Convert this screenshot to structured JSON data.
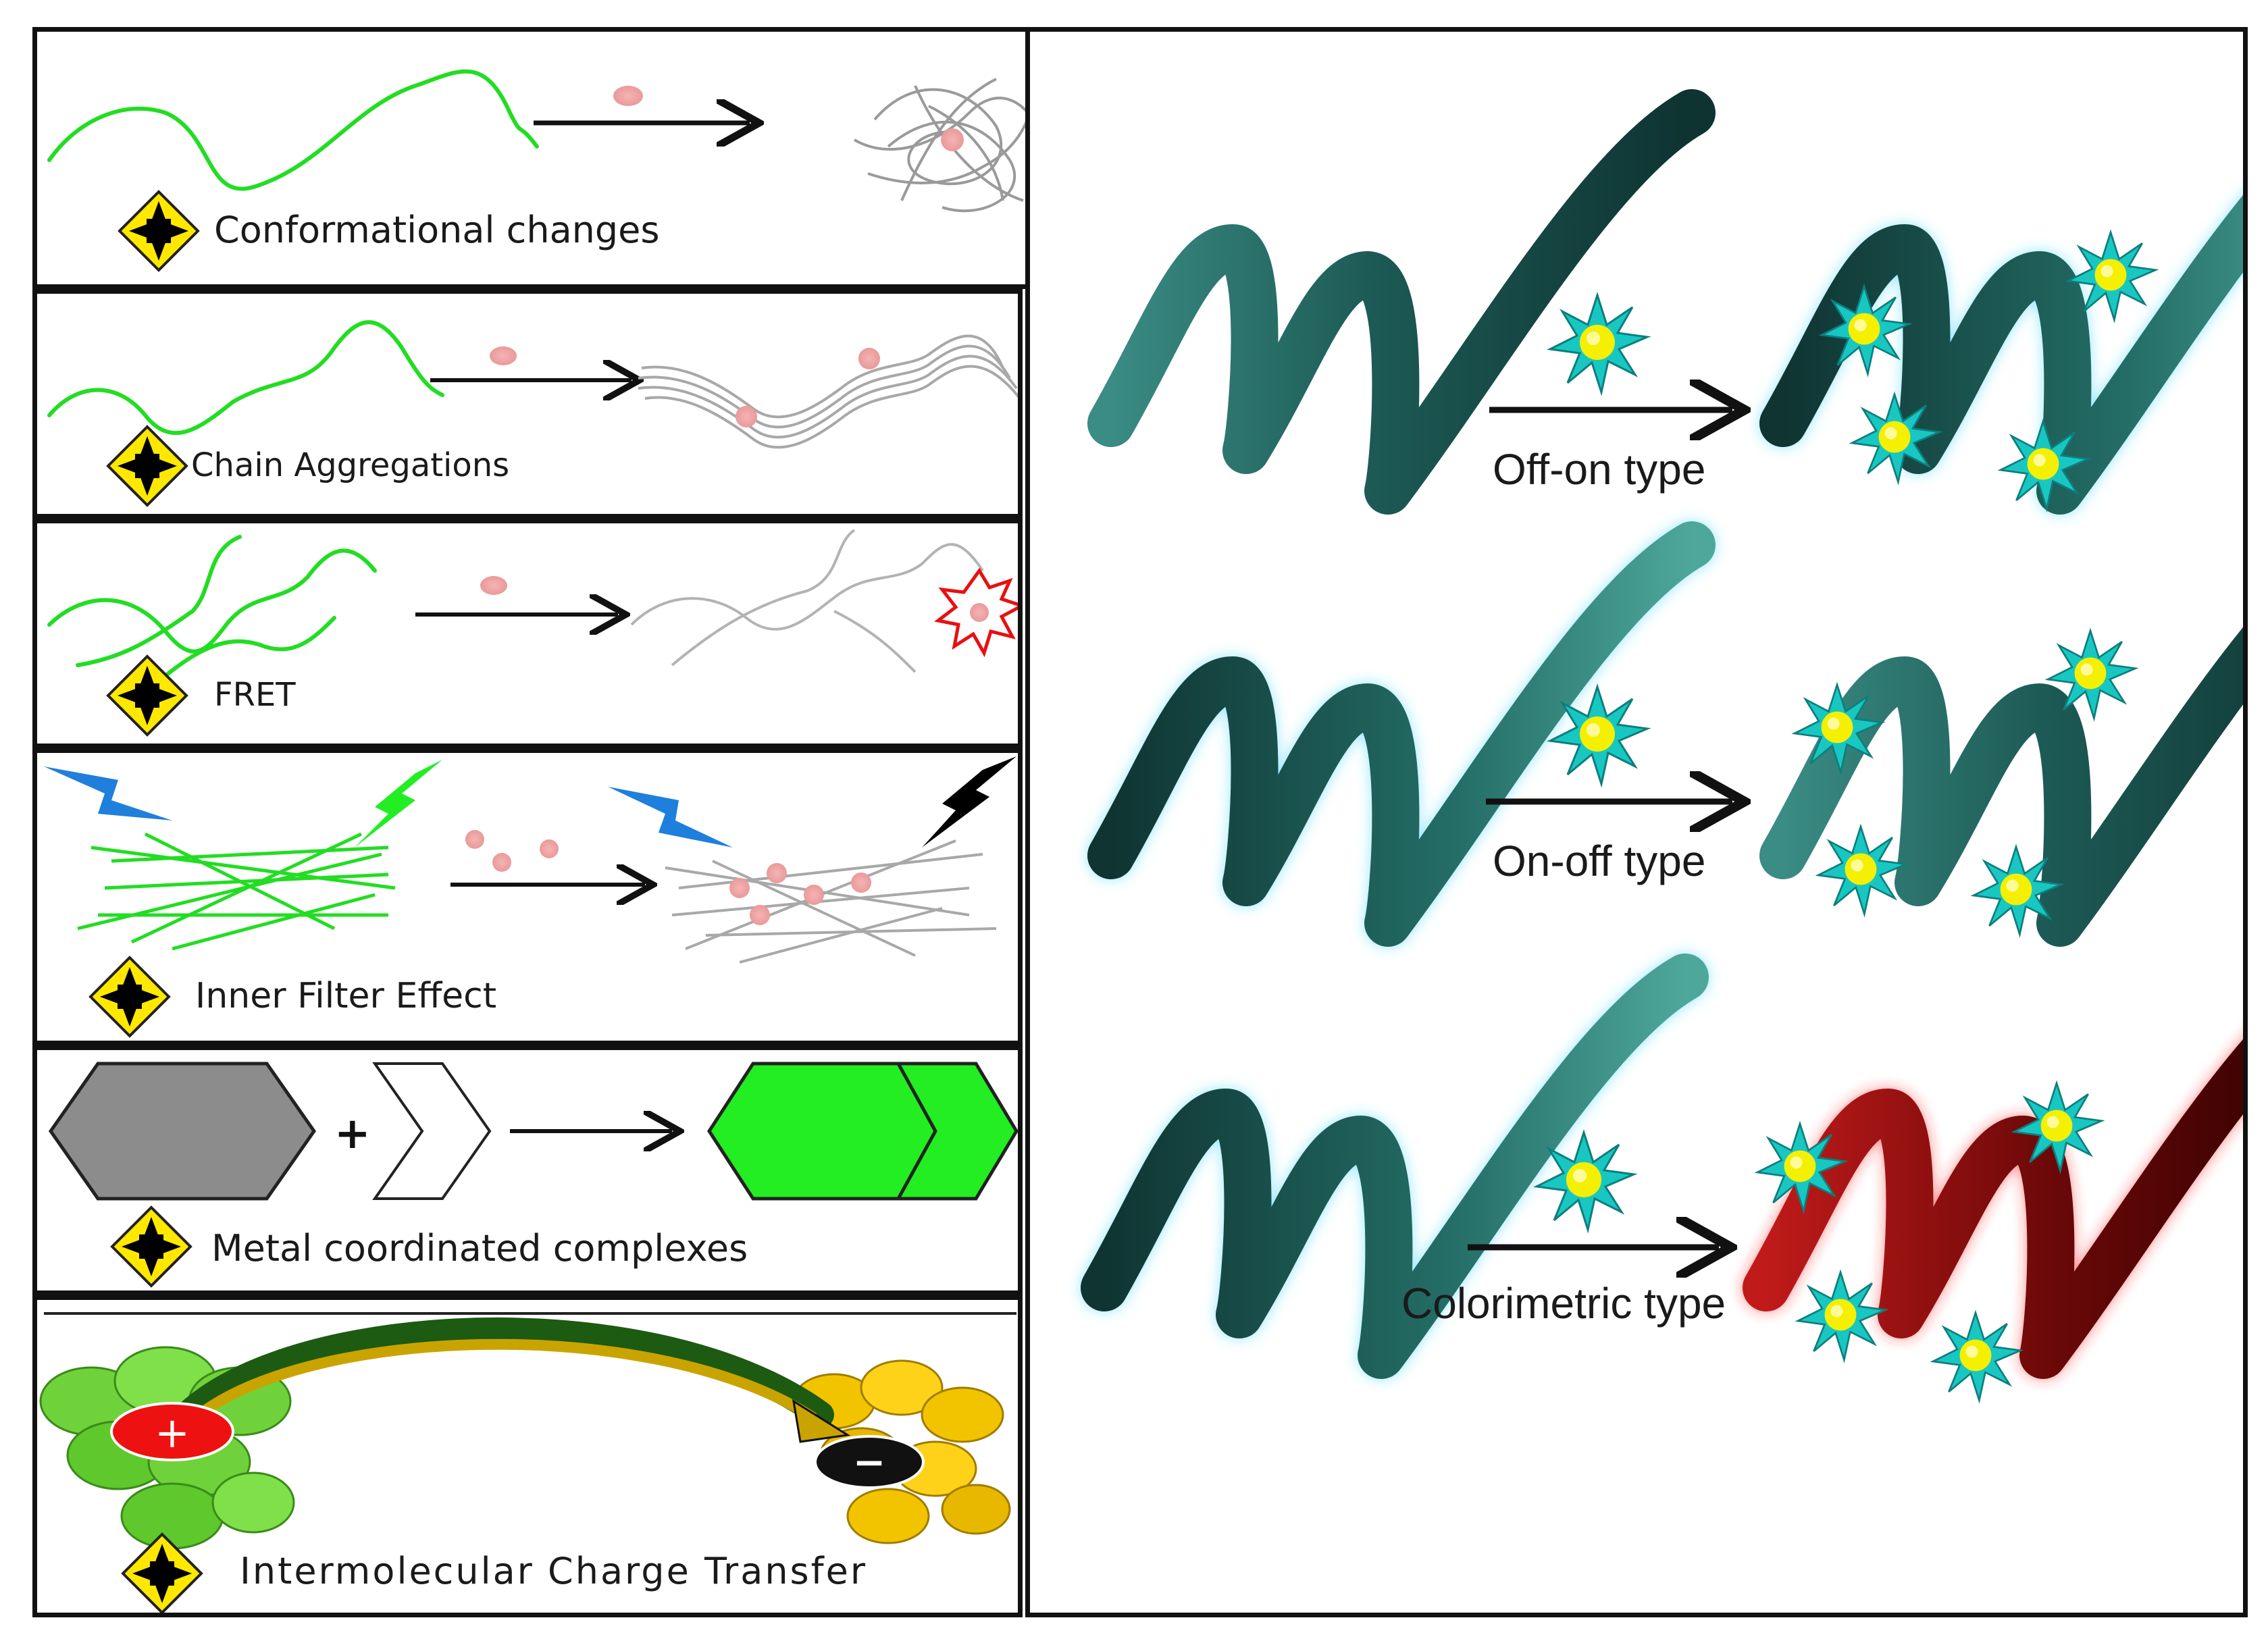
{
  "mechanisms": [
    {
      "label": "Conformational  changes"
    },
    {
      "label": "Chain Aggregations"
    },
    {
      "label": "FRET"
    },
    {
      "label": "Inner Filter Effect"
    },
    {
      "label": "Metal coordinated complexes"
    },
    {
      "label": "Intermolecular  Charge Transfer"
    }
  ],
  "sensing_types": [
    {
      "label": "Off-on type"
    },
    {
      "label": "On-off type"
    },
    {
      "label": "Colorimetric type"
    }
  ],
  "symbols": {
    "plus": "+",
    "ict_positive": "+",
    "ict_negative": "−"
  },
  "colors": {
    "polymer_green": "#22dd22",
    "analyte_pink": "#f2a7a7",
    "teal_ribbon": "#1c5f5a",
    "glow_cyan": "#3fd6ff",
    "glow_red": "#ff2a2a",
    "red_ribbon": "#8a0f0f",
    "star_cyan": "#19c7c2",
    "star_yellow": "#f4f000",
    "light_blue_bolt": "#1f7fdc",
    "grey_hexagon": "#8c8c8c",
    "green_hexagon": "#22ee22",
    "ict_green": "#6fd23a",
    "ict_yellow": "#f2c400"
  }
}
